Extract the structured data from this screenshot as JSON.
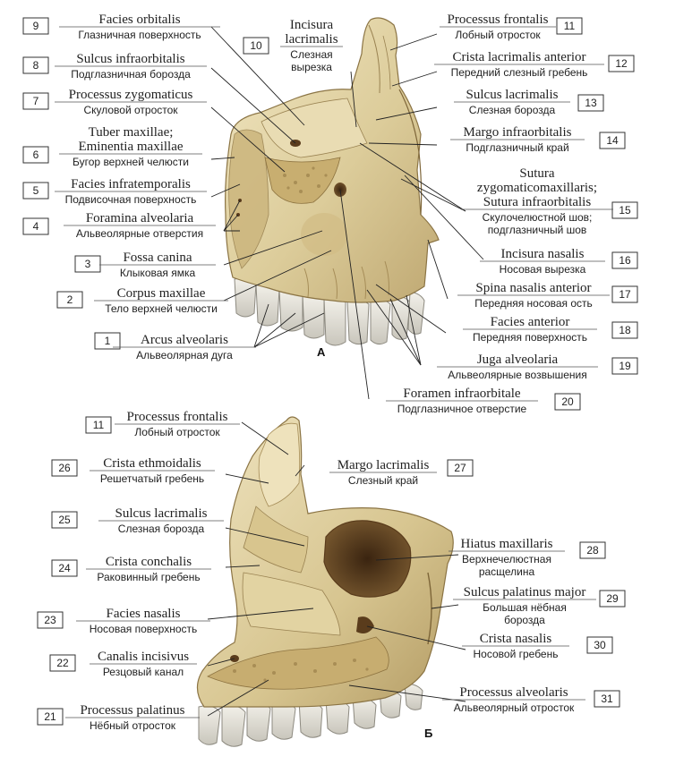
{
  "figure_labels": {
    "top": "А",
    "bottom": "Б"
  },
  "labels": [
    {
      "n": "1",
      "latin": "Arcus alveolaris",
      "russian": "Альвеолярная дуга"
    },
    {
      "n": "2",
      "latin": "Corpus maxillae",
      "russian": "Тело верхней челюсти"
    },
    {
      "n": "3",
      "latin": "Fossa canina",
      "russian": "Клыковая ямка"
    },
    {
      "n": "4",
      "latin": "Foramina alveolaria",
      "russian": "Альвеолярные отверстия"
    },
    {
      "n": "5",
      "latin": "Facies infratemporalis",
      "russian": "Подвисочная поверхность"
    },
    {
      "n": "6",
      "latin": [
        "Tuber maxillae;",
        "Eminentia maxillae"
      ],
      "russian": "Бугор верхней челюсти"
    },
    {
      "n": "7",
      "latin": "Processus zygomaticus",
      "russian": "Скуловой отросток"
    },
    {
      "n": "8",
      "latin": "Sulcus infraorbitalis",
      "russian": "Подглазничная борозда"
    },
    {
      "n": "9",
      "latin": "Facies orbitalis",
      "russian": "Глазничная поверхность"
    },
    {
      "n": "10",
      "latin": [
        "Incisura",
        "lacrimalis"
      ],
      "russian": [
        "Слезная",
        "вырезка"
      ]
    },
    {
      "n": "11",
      "latin": "Processus frontalis",
      "russian": "Лобный отросток"
    },
    {
      "n": "12",
      "latin": "Crista lacrimalis anterior",
      "russian": "Передний слезный гребень"
    },
    {
      "n": "13",
      "latin": "Sulcus lacrimalis",
      "russian": "Слезная борозда"
    },
    {
      "n": "14",
      "latin": "Margo infraorbitalis",
      "russian": "Подглазничный край"
    },
    {
      "n": "15",
      "latin": [
        "Sutura",
        "zygomaticomaxillaris;",
        "Sutura infraorbitalis"
      ],
      "russian": [
        "Скулочелюстной шов;",
        "подглазничный шов"
      ]
    },
    {
      "n": "16",
      "latin": "Incisura nasalis",
      "russian": "Носовая вырезка"
    },
    {
      "n": "17",
      "latin": "Spina nasalis anterior",
      "russian": "Передняя носовая ость"
    },
    {
      "n": "18",
      "latin": "Facies anterior",
      "russian": "Передняя поверхность"
    },
    {
      "n": "19",
      "latin": "Juga alveolaria",
      "russian": "Альвеолярные возвышения"
    },
    {
      "n": "20",
      "latin": "Foramen infraorbitale",
      "russian": "Подглазничное отверстие"
    },
    {
      "n": "11",
      "latin": "Processus frontalis",
      "russian": "Лобный отросток"
    },
    {
      "n": "26",
      "latin": "Crista ethmoidalis",
      "russian": "Решетчатый гребень"
    },
    {
      "n": "27",
      "latin": "Margo lacrimalis",
      "russian": "Слезный край"
    },
    {
      "n": "25",
      "latin": "Sulcus lacrimalis",
      "russian": "Слезная борозда"
    },
    {
      "n": "28",
      "latin": "Hiatus maxillaris",
      "russian": [
        "Верхнечелюстная",
        "расщелина"
      ]
    },
    {
      "n": "24",
      "latin": "Crista conchalis",
      "russian": "Раковинный гребень"
    },
    {
      "n": "29",
      "latin": "Sulcus palatinus major",
      "russian": [
        "Большая нёбная",
        "борозда"
      ]
    },
    {
      "n": "23",
      "latin": "Facies nasalis",
      "russian": "Носовая поверхность"
    },
    {
      "n": "30",
      "latin": "Crista nasalis",
      "russian": "Носовой гребень"
    },
    {
      "n": "22",
      "latin": "Canalis incisivus",
      "russian": "Резцовый канал"
    },
    {
      "n": "21",
      "latin": "Processus palatinus",
      "russian": "Нёбный отросток"
    },
    {
      "n": "31",
      "latin": "Processus alveolaris",
      "russian": "Альвеолярный отросток"
    }
  ]
}
